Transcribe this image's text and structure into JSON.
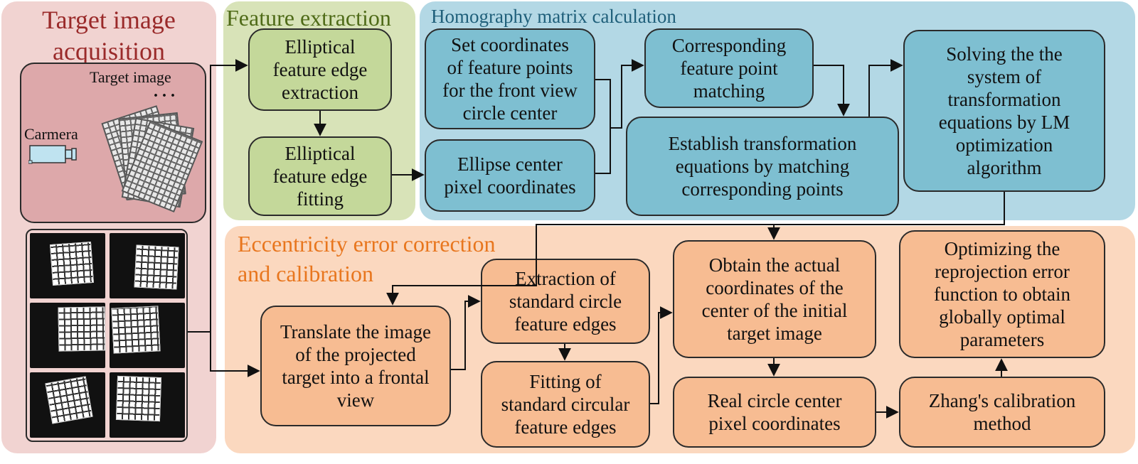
{
  "panels": {
    "acquisition": {
      "title": "Target image\nacquisition",
      "target_label": "Target image",
      "ellipsis": ". . .",
      "camera_label": "Carmera"
    },
    "feature_extraction": {
      "title": "Feature extraction",
      "edge_extraction": "Elliptical\nfeature edge\nextraction",
      "edge_fitting": "Elliptical\nfeature edge\nfitting"
    },
    "homography": {
      "title": "Homography matrix calculation",
      "set_coordinates": "Set coordinates\nof feature points\nfor the front view\ncircle center",
      "ellipse_center": "Ellipse center\npixel coordinates",
      "matching": "Corresponding\nfeature point\nmatching",
      "establish": "Establish transformation\nequations by matching\ncorresponding points",
      "solving": "Solving the  the\nsystem of\ntransformation\nequations by LM\noptimization\nalgorithm"
    },
    "eccentricity": {
      "title": "Eccentricity error correction\nand calibration",
      "translate": "Translate the image\nof the projected\ntarget into a frontal\nview",
      "extraction_circle": "Extraction of\nstandard circle\nfeature edges",
      "fitting_circle": "Fitting of\nstandard circular\nfeature edges",
      "obtain_actual": "Obtain the actual\ncoordinates of the\ncenter of the initial\ntarget image",
      "real_center": "Real circle center\npixel coordinates",
      "optimizing": "Optimizing the\nreprojection error\nfunction to obtain\nglobally optimal\nparameters",
      "zhang": "Zhang's calibration\nmethod"
    }
  },
  "colors": {
    "acquisition_bg": "#f1d3d1",
    "feature_bg": "#d8e3b8",
    "homography_bg": "#b3d8e5",
    "eccentricity_bg": "#fbd8bf",
    "acquisition_title": "#9a2a2a",
    "feature_title": "#4f6b18",
    "homography_title": "#1f5f7a",
    "eccentricity_title": "#e8761e"
  }
}
